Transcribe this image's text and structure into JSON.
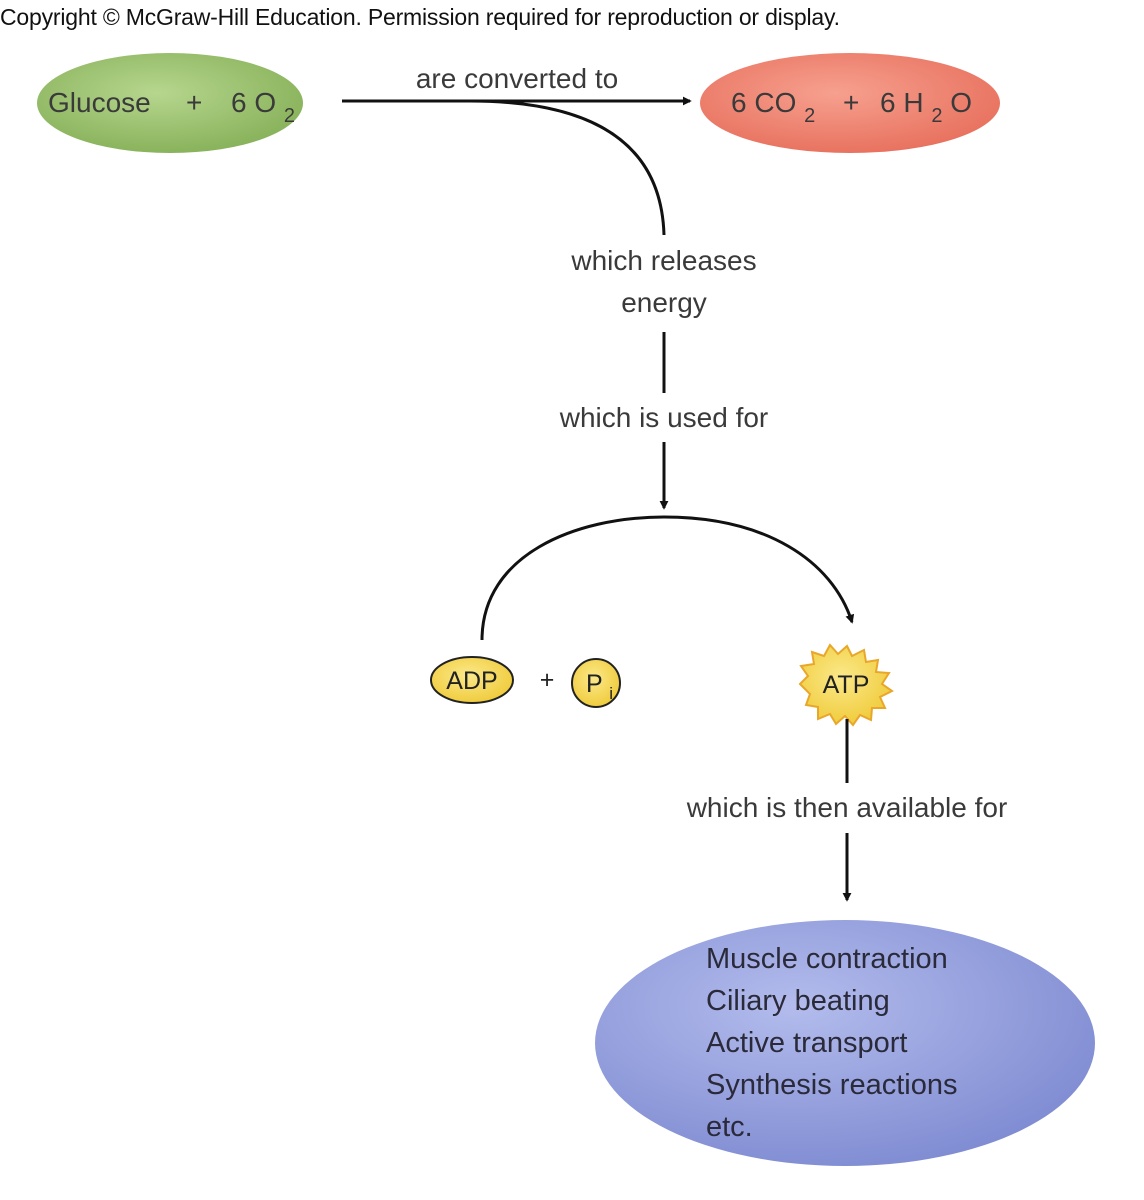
{
  "header": {
    "copyright": "Copyright © McGraw-Hill Education. Permission required for reproduction or display."
  },
  "nodes": {
    "reactants": {
      "glucose": "Glucose",
      "plus": "+",
      "oxygen_coeff": "6 O",
      "oxygen_sub": "2",
      "color": "#97bd6a"
    },
    "products": {
      "co2_coeff": "6 CO",
      "co2_sub": "2",
      "plus": "+",
      "h2o_coeff": "6 H",
      "h2o_sub": "2",
      "h2o_tail": "O",
      "color": "#ef8370"
    },
    "adp": {
      "label": "ADP",
      "color": "#f5d84a"
    },
    "plus_small": "+",
    "pi": {
      "label": "P",
      "sub": "i",
      "color": "#f5d84a"
    },
    "atp": {
      "label": "ATP",
      "color": "#f7d24a"
    },
    "uses": {
      "items": [
        "Muscle contraction",
        "Ciliary beating",
        "Active transport",
        "Synthesis reactions",
        "etc."
      ],
      "color": "#8f9bd8"
    }
  },
  "edges": {
    "converted": "are converted to",
    "releases_line1": "which releases",
    "releases_line2": "energy",
    "used_for": "which is used for",
    "available_for": "which is then available for"
  }
}
